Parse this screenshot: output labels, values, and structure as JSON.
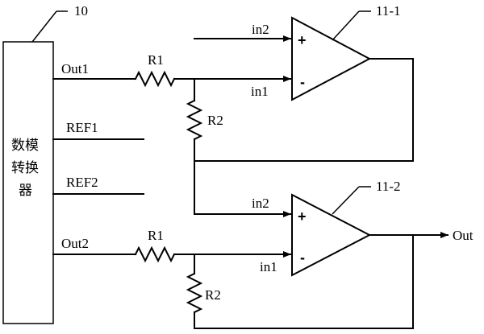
{
  "dac_block": {
    "ref": "10",
    "title_lines": [
      "数模",
      "转换",
      "器"
    ]
  },
  "opamps": [
    {
      "ref": "11-1",
      "plus": "+",
      "minus": "-",
      "in_plus": "in2",
      "in_minus": "in1"
    },
    {
      "ref": "11-2",
      "plus": "+",
      "minus": "-",
      "in_plus": "in2",
      "in_minus": "in1"
    }
  ],
  "signals": {
    "out1": "Out1",
    "ref1": "REF1",
    "ref2": "REF2",
    "out2": "Out2",
    "final_out": "Out"
  },
  "resistors": [
    {
      "label": "R1"
    },
    {
      "label": "R2"
    },
    {
      "label": "R1"
    },
    {
      "label": "R2"
    }
  ]
}
